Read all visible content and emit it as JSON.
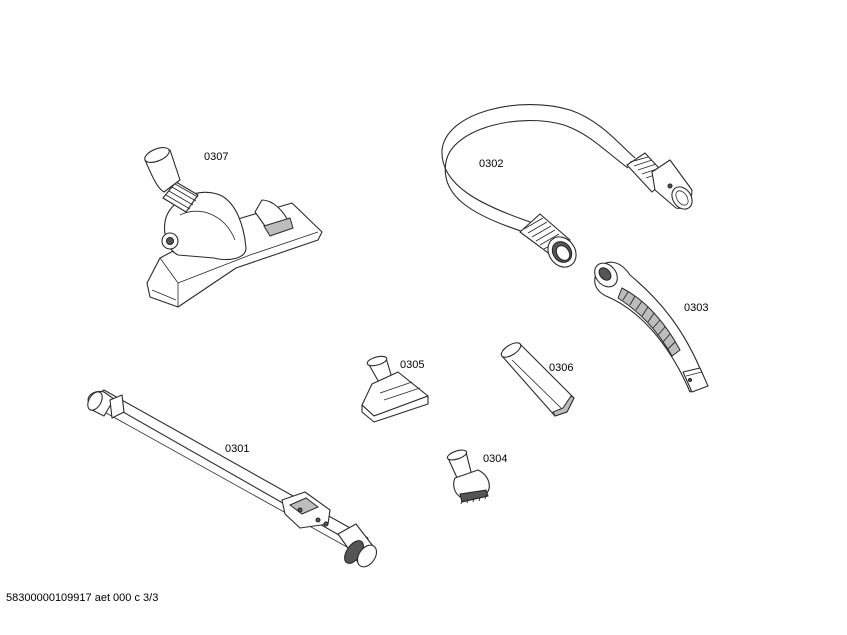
{
  "parts": [
    {
      "id": "0307",
      "name": "floor-nozzle"
    },
    {
      "id": "0302",
      "name": "hose"
    },
    {
      "id": "0303",
      "name": "hose-handle"
    },
    {
      "id": "0305",
      "name": "upholstery-nozzle"
    },
    {
      "id": "0306",
      "name": "crevice-tool"
    },
    {
      "id": "0301",
      "name": "extension-tube"
    },
    {
      "id": "0304",
      "name": "dusting-brush"
    }
  ],
  "footer": "58300000109917 aet 000 c 3/3"
}
